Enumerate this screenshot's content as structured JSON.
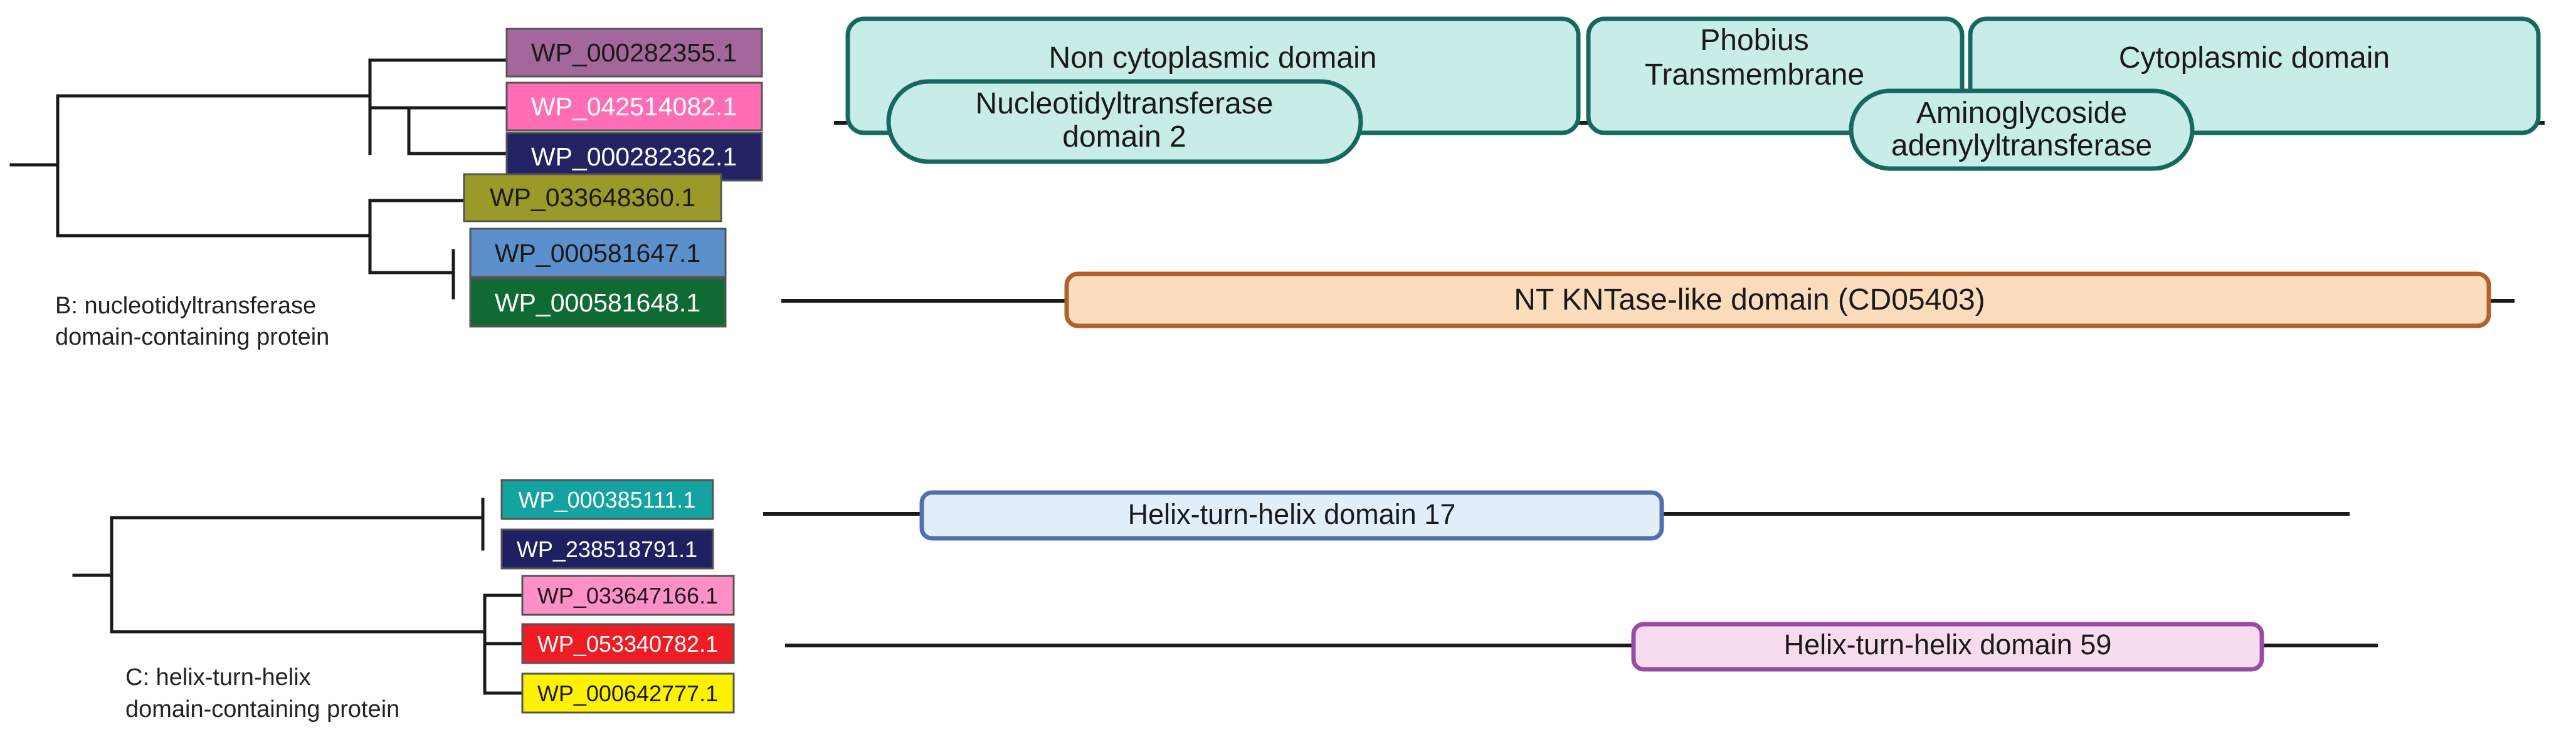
{
  "panel_b": {
    "caption": [
      "B: nucleotidyltransferase",
      "domain-containing protein"
    ],
    "leaves": [
      {
        "label": "WP_000282355.1",
        "fill": "#a3679b",
        "text_color": "#1a1a1a"
      },
      {
        "label": "WP_042514082.1",
        "fill": "#ff6db6",
        "text_color": "#ffffff"
      },
      {
        "label": "WP_000282362.1",
        "fill": "#232363",
        "text_color": "#ffffff"
      },
      {
        "label": "WP_033648360.1",
        "fill": "#9b9a28",
        "text_color": "#1a1a1a"
      },
      {
        "label": "WP_000581647.1",
        "fill": "#5b90cc",
        "text_color": "#1a1a1a"
      },
      {
        "label": "WP_000581648.1",
        "fill": "#0f6b33",
        "text_color": "#ffffff"
      }
    ],
    "track1": {
      "non_cytoplasmic": "Non cytoplasmic domain",
      "phobius": [
        "Phobius",
        "Transmembrane"
      ],
      "cytoplasmic": "Cytoplasmic domain",
      "nucleotidyltransferase": [
        "Nucleotidyltransferase",
        "domain 2"
      ],
      "aminoglycoside": [
        "Aminoglycoside",
        "adenylyltransferase"
      ],
      "region_fill": "#c8ece8",
      "region_stroke": "#16695f"
    },
    "track2": {
      "nt_kntase": "NT KNTase-like domain (CD05403)",
      "fill": "#fbdcbc",
      "stroke": "#b2612a"
    }
  },
  "panel_c": {
    "caption": [
      "C: helix-turn-helix",
      "domain-containing protein"
    ],
    "leaves": [
      {
        "label": "WP_000385111.1",
        "fill": "#14a3a0",
        "text_color": "#ffffff"
      },
      {
        "label": "WP_238518791.1",
        "fill": "#1f2062",
        "text_color": "#ffffff"
      },
      {
        "label": "WP_033647166.1",
        "fill": "#ff8fc7",
        "text_color": "#1a1a1a"
      },
      {
        "label": "WP_053340782.1",
        "fill": "#ee1c25",
        "text_color": "#ffffff"
      },
      {
        "label": "WP_000642777.1",
        "fill": "#fff200",
        "text_color": "#1a1a1a"
      }
    ],
    "track1": {
      "hth17": "Helix-turn-helix domain 17",
      "fill": "#e3eefb",
      "stroke": "#5270b0"
    },
    "track2": {
      "hth59": "Helix-turn-helix domain 59",
      "fill": "#f7dcef",
      "stroke": "#9a4aa6"
    }
  }
}
